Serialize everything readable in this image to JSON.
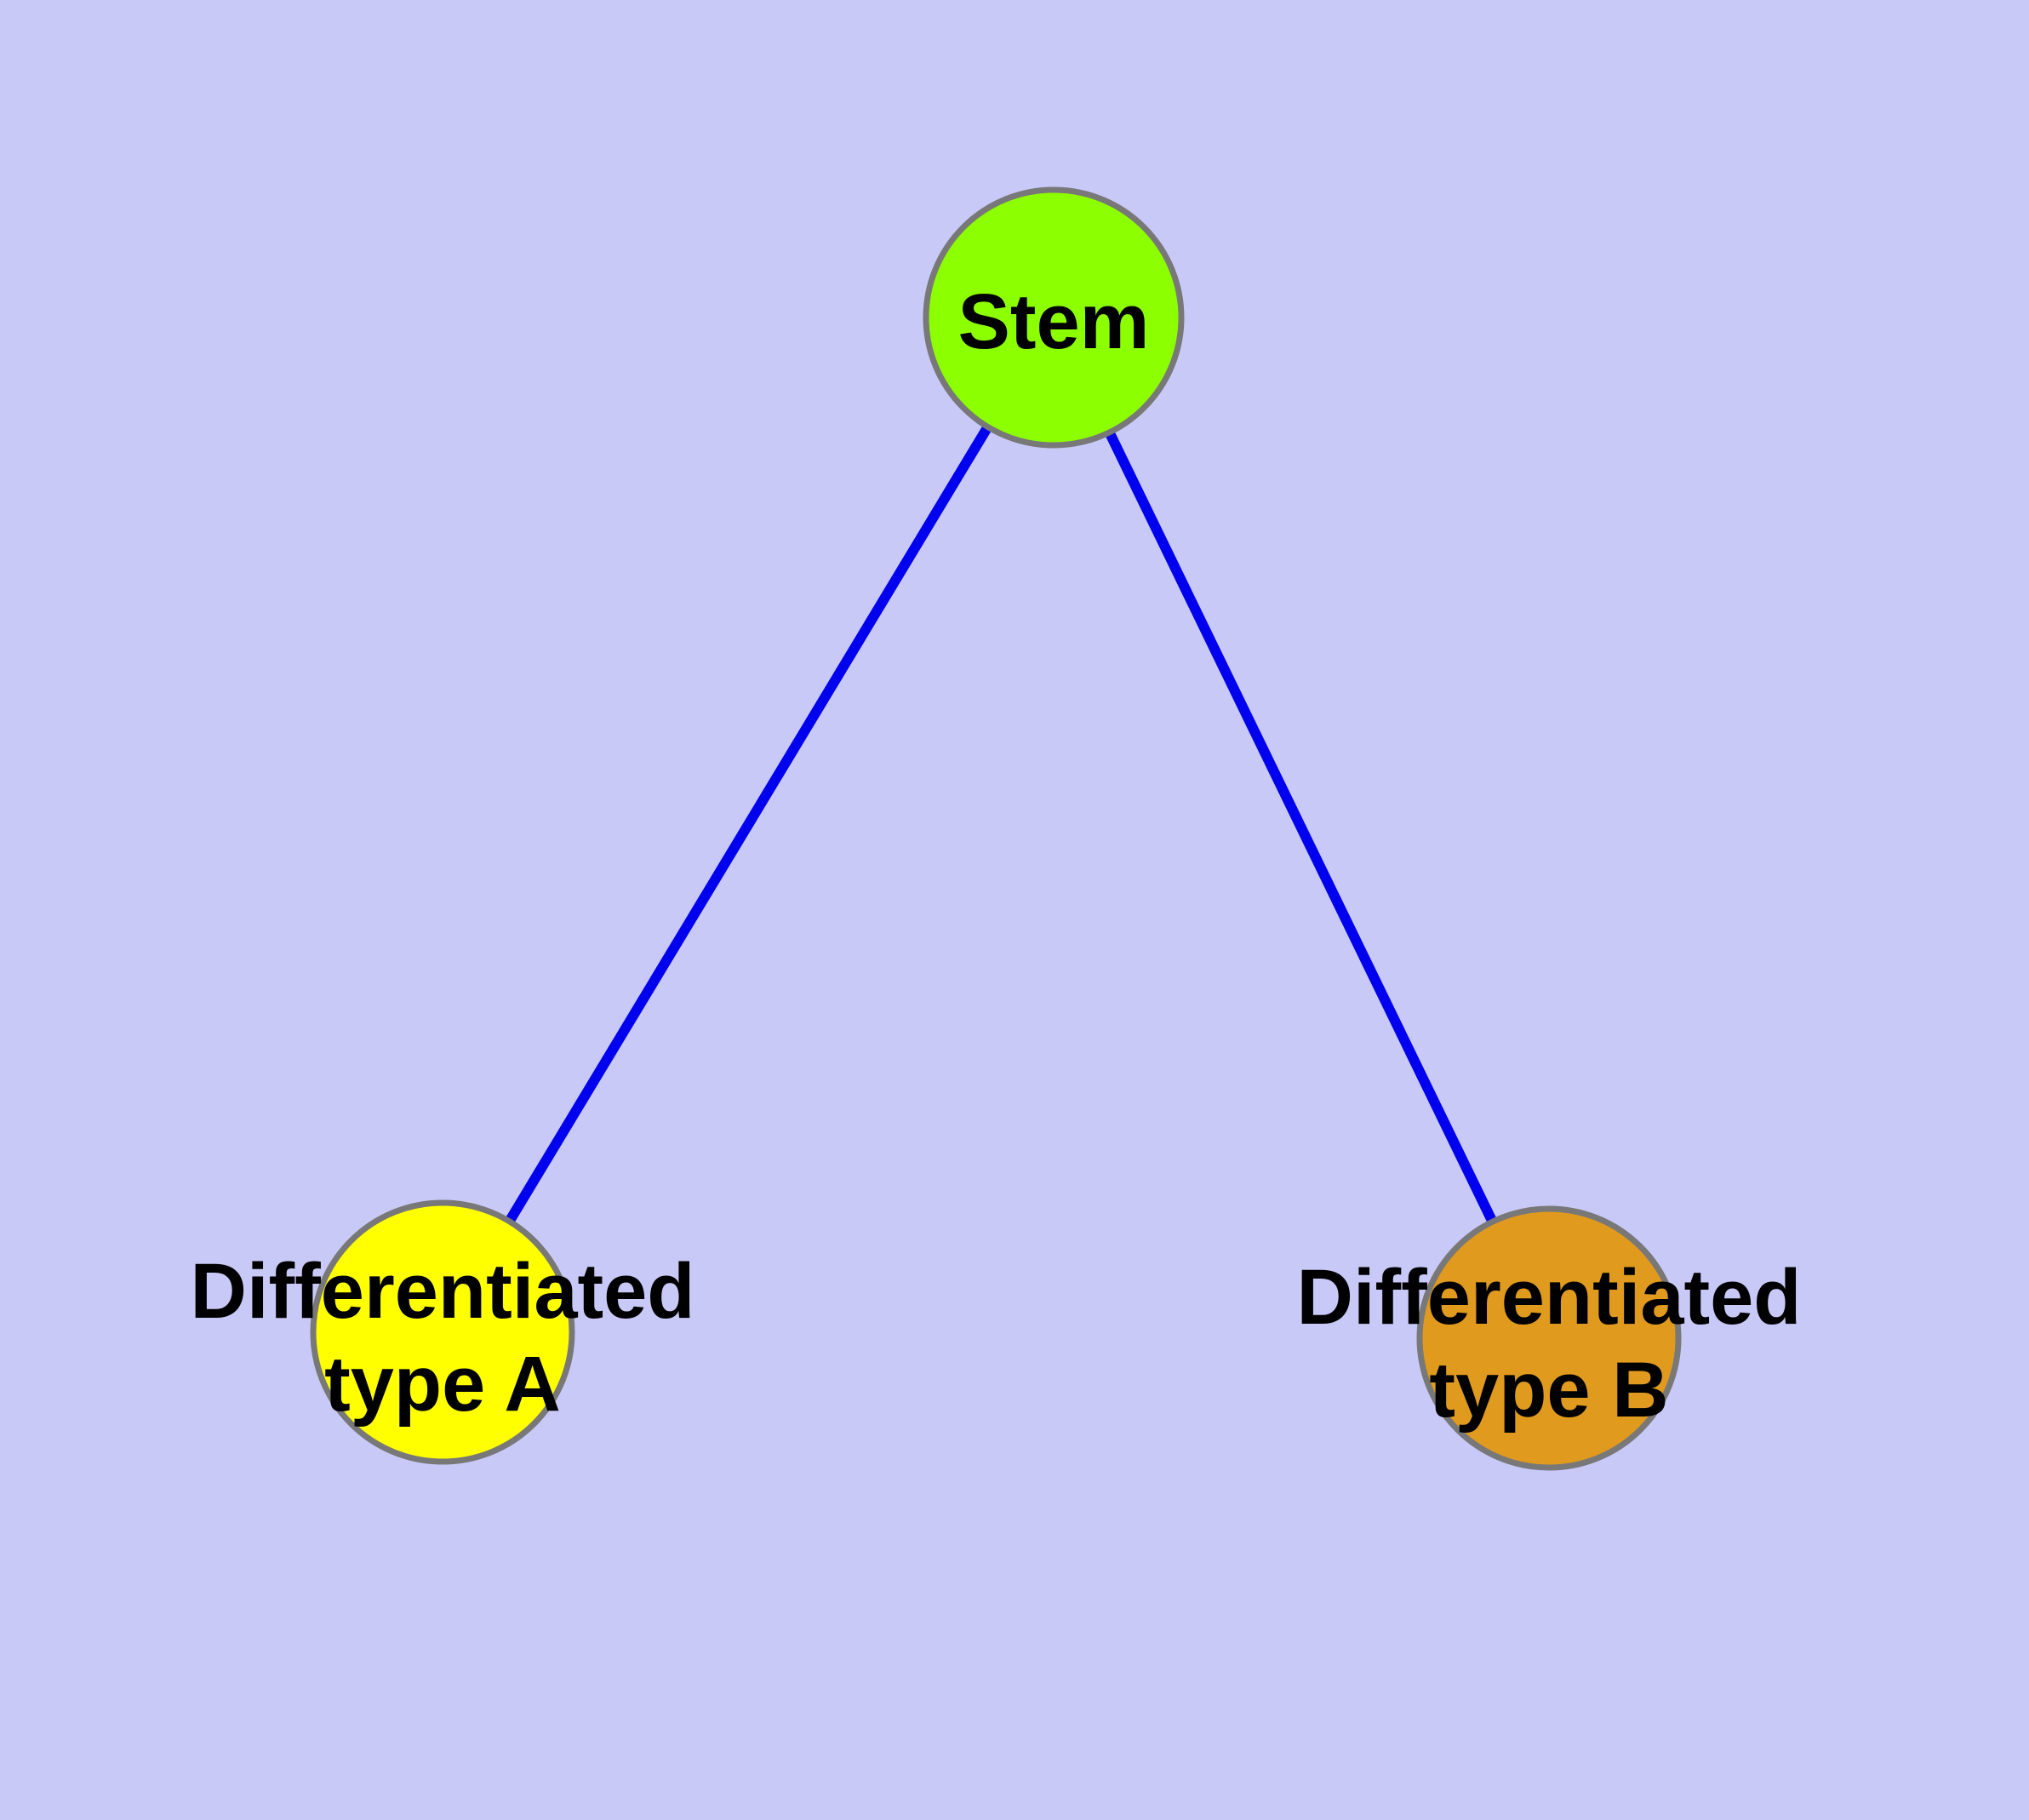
{
  "diagram": {
    "background_color": "#C9C9F8",
    "edge_color": "#0000EE",
    "node_border_color": "#787878",
    "text_color": "#000000",
    "nodes": {
      "stem": {
        "label": "Stem",
        "fill": "#8CFF00"
      },
      "type_a": {
        "label_line1": "Differentiated",
        "label_line2": "type A",
        "full_label": "Differentiated type A",
        "fill": "#FFFF00"
      },
      "type_b": {
        "label_line1": "Differentiated",
        "label_line2": "type B",
        "full_label": "Differentiated type B",
        "fill": "#E09A1E"
      }
    },
    "edges": [
      {
        "from": "Stem",
        "to": "Differentiated type A"
      },
      {
        "from": "Stem",
        "to": "Differentiated type B"
      }
    ]
  }
}
